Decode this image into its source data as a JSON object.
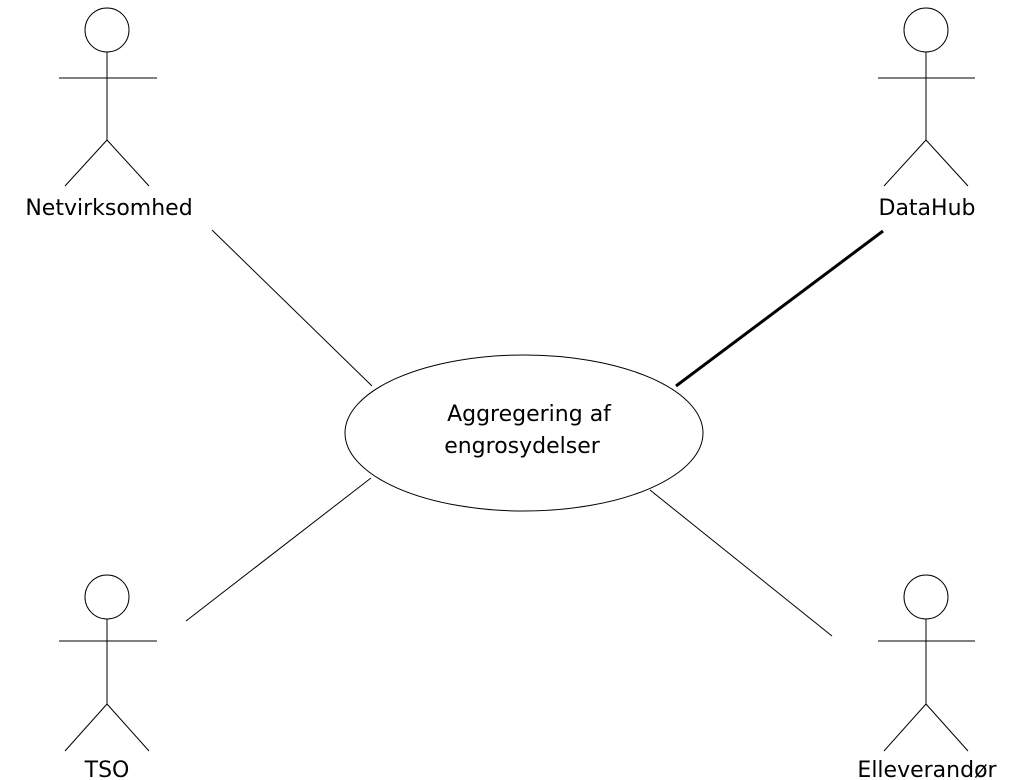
{
  "diagram": {
    "type": "use-case",
    "use_case": {
      "line1": "Aggregering af",
      "line2": "engrosydelser"
    },
    "actors": [
      {
        "id": "netvirksomhed",
        "label": "Netvirksomhed"
      },
      {
        "id": "datahub",
        "label": "DataHub"
      },
      {
        "id": "tso",
        "label": "TSO"
      },
      {
        "id": "elleverandor",
        "label": "Elleverandør"
      }
    ],
    "associations": [
      {
        "from": "netvirksomhed",
        "to": "use_case",
        "emphasis": false
      },
      {
        "from": "datahub",
        "to": "use_case",
        "emphasis": true
      },
      {
        "from": "tso",
        "to": "use_case",
        "emphasis": false
      },
      {
        "from": "elleverandor",
        "to": "use_case",
        "emphasis": false
      }
    ],
    "colors": {
      "stroke": "#000000",
      "background": "#ffffff"
    }
  }
}
